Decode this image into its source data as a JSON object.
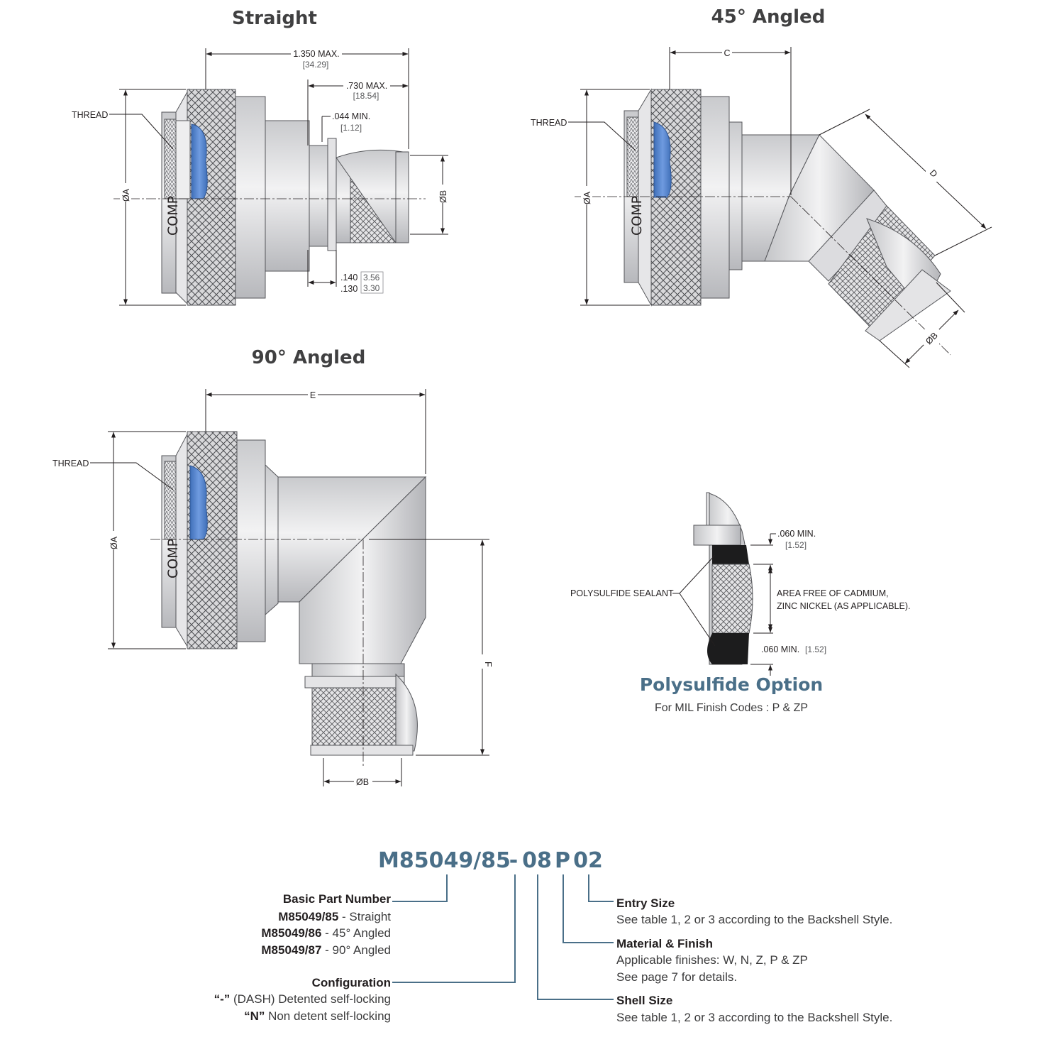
{
  "views": {
    "straight": {
      "title": "Straight",
      "thread": "THREAD",
      "dia_a": "ØA",
      "dia_b": "ØB",
      "comp": "COMP",
      "dim_overall": "1.350 MAX.",
      "dim_overall_mm": "[34.29]",
      "dim_entry": ".730 MAX.",
      "dim_entry_mm": "[18.54]",
      "dim_step": ".044 MIN.",
      "dim_step_mm": "[1.12]",
      "dim_flange_hi": ".140",
      "dim_flange_hi_mm": "3.56",
      "dim_flange_lo": ".130",
      "dim_flange_lo_mm": "3.30"
    },
    "angled45": {
      "title": "45° Angled",
      "thread": "THREAD",
      "dia_a": "ØA",
      "dia_b": "ØB",
      "comp": "COMP",
      "dim_c": "C",
      "dim_d": "D"
    },
    "angled90": {
      "title": "90° Angled",
      "thread": "THREAD",
      "dia_a": "ØA",
      "dia_b": "ØB",
      "comp": "COMP",
      "dim_e": "E",
      "dim_f": "F"
    }
  },
  "polysulfide": {
    "title": "Polysulfide Option",
    "subtitle": "For MIL Finish Codes : P & ZP",
    "sealant_label": "POLYSULFIDE SEALANT",
    "top_dim": ".060 MIN.",
    "top_dim_mm": "[1.52]",
    "area_line1": "AREA FREE OF CADMIUM,",
    "area_line2": "ZINC NICKEL (AS APPLICABLE).",
    "bottom_dim": ".060 MIN.",
    "bottom_dim_mm": "[1.52]"
  },
  "part_number": {
    "base": "M85049/85",
    "config": "-",
    "shell": "08",
    "finish": "P",
    "entry": "02",
    "basic": {
      "heading": "Basic Part Number",
      "items": [
        {
          "code": "M85049/85",
          "desc": " - Straight"
        },
        {
          "code": "M85049/86",
          "desc": " - 45° Angled"
        },
        {
          "code": "M85049/87",
          "desc": " - 90° Angled"
        }
      ]
    },
    "configuration": {
      "heading": "Configuration",
      "items": [
        {
          "code": "“-”",
          "desc": " (DASH) Detented self-locking"
        },
        {
          "code": "“N”",
          "desc": " Non detent self-locking"
        }
      ]
    },
    "entry_size": {
      "heading": "Entry Size",
      "text": "See table 1, 2 or 3 according to the Backshell Style."
    },
    "material_finish": {
      "heading": "Material & Finish",
      "line1": "Applicable finishes: W, N, Z, P & ZP",
      "line2": "See page 7 for details."
    },
    "shell_size": {
      "heading": "Shell Size",
      "text": "See table 1, 2 or 3 according to the Backshell Style."
    }
  },
  "colors": {
    "accent": "#4a6f88",
    "seal_blue": "#4f7fc6",
    "metal": "#d9dadd"
  }
}
